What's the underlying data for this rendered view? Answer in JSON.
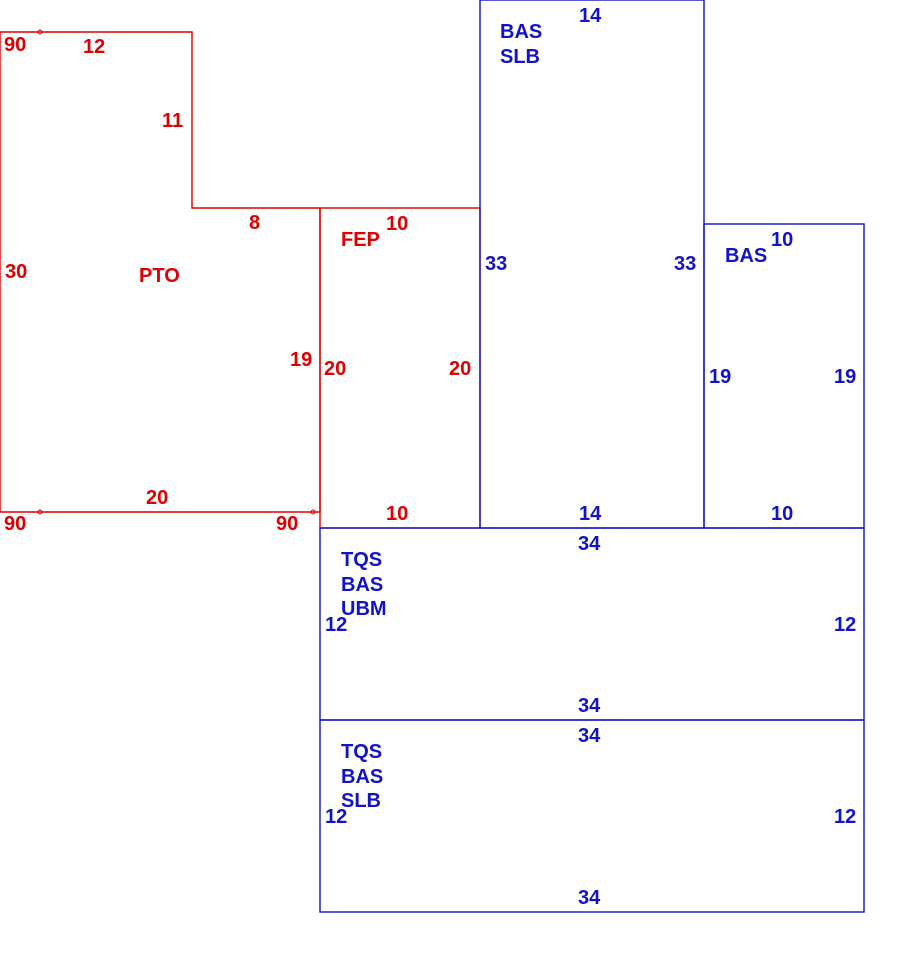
{
  "colors": {
    "red": "#dd0000",
    "blue": "#1212c8",
    "background": "#ffffff"
  },
  "areas": {
    "pto": {
      "codes": [
        "PTO"
      ],
      "dims": {
        "top": "12",
        "step_right": "11",
        "step_top": "8",
        "left": "30",
        "right": "19",
        "bottom": "20"
      },
      "angles": {
        "top_left": "90",
        "bottom_left": "90",
        "bottom_right": "90"
      }
    },
    "fep": {
      "codes": [
        "FEP"
      ],
      "dims": {
        "top": "10",
        "left": "20",
        "right": "20",
        "bottom": "10"
      }
    },
    "bas_slb_tall": {
      "codes": [
        "BAS",
        "SLB"
      ],
      "dims": {
        "top": "14",
        "left": "33",
        "right": "33",
        "bottom": "14"
      }
    },
    "bas_right": {
      "codes": [
        "BAS"
      ],
      "dims": {
        "top": "10",
        "left": "19",
        "right": "19",
        "bottom": "10"
      }
    },
    "tqs_bas_ubm": {
      "codes": [
        "TQS",
        "BAS",
        "UBM"
      ],
      "dims": {
        "top": "34",
        "left": "12",
        "right": "12",
        "bottom": "34"
      }
    },
    "tqs_bas_slb": {
      "codes": [
        "TQS",
        "BAS",
        "SLB"
      ],
      "dims": {
        "top": "34",
        "left": "12",
        "right": "12",
        "bottom": "34"
      }
    }
  }
}
